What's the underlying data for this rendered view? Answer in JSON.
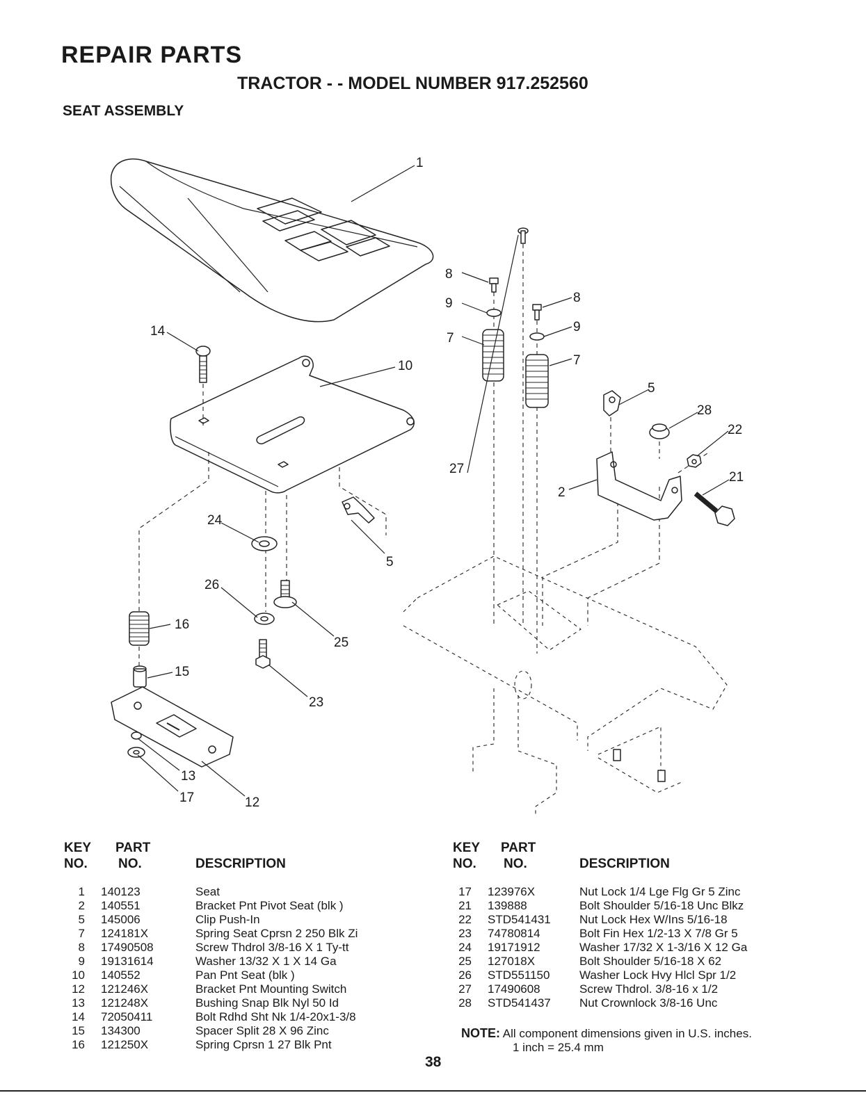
{
  "header": {
    "title": "REPAIR PARTS",
    "subtitle": "TRACTOR - - MODEL NUMBER 917.252560",
    "section": "SEAT ASSEMBLY"
  },
  "diagram": {
    "callouts": [
      "1",
      "14",
      "10",
      "24",
      "5",
      "26",
      "25",
      "16",
      "15",
      "23",
      "13",
      "17",
      "12",
      "8",
      "9",
      "8",
      "9",
      "7",
      "7",
      "5",
      "28",
      "22",
      "27",
      "2",
      "21"
    ]
  },
  "table_headers": {
    "key_no_top": "KEY",
    "key_no_bottom": "NO.",
    "part_no_top": "PART",
    "part_no_bottom": "NO.",
    "description": "DESCRIPTION"
  },
  "parts_left": [
    {
      "key": "1",
      "part": "140123",
      "desc": "Seat"
    },
    {
      "key": "2",
      "part": "140551",
      "desc": "Bracket Pnt Pivot Seat (blk )"
    },
    {
      "key": "5",
      "part": "145006",
      "desc": "Clip Push-In"
    },
    {
      "key": "7",
      "part": "124181X",
      "desc": "Spring Seat Cprsn 2 250 Blk Zi"
    },
    {
      "key": "8",
      "part": "17490508",
      "desc": "Screw Thdrol 3/8-16 X 1 Ty-tt"
    },
    {
      "key": "9",
      "part": "19131614",
      "desc": "Washer 13/32 X 1 X 14 Ga"
    },
    {
      "key": "10",
      "part": "140552",
      "desc": "Pan Pnt Seat (blk )"
    },
    {
      "key": "12",
      "part": "121246X",
      "desc": "Bracket Pnt Mounting Switch"
    },
    {
      "key": "13",
      "part": "121248X",
      "desc": "Bushing Snap Blk Nyl 50 Id"
    },
    {
      "key": "14",
      "part": "72050411",
      "desc": "Bolt Rdhd Sht Nk 1/4-20x1-3/8"
    },
    {
      "key": "15",
      "part": "134300",
      "desc": "Spacer Split 28 X 96 Zinc"
    },
    {
      "key": "16",
      "part": "121250X",
      "desc": "Spring Cprsn 1 27 Blk Pnt"
    }
  ],
  "parts_right": [
    {
      "key": "17",
      "part": "123976X",
      "desc": "Nut Lock 1/4 Lge Flg Gr 5 Zinc"
    },
    {
      "key": "21",
      "part": "139888",
      "desc": "Bolt Shoulder 5/16-18 Unc Blkz"
    },
    {
      "key": "22",
      "part": "STD541431",
      "desc": "Nut Lock Hex W/Ins 5/16-18"
    },
    {
      "key": "23",
      "part": "74780814",
      "desc": "Bolt Fin Hex 1/2-13 X 7/8 Gr 5"
    },
    {
      "key": "24",
      "part": "19171912",
      "desc": "Washer 17/32 X 1-3/16 X 12 Ga"
    },
    {
      "key": "25",
      "part": "127018X",
      "desc": "Bolt Shoulder 5/16-18 X 62"
    },
    {
      "key": "26",
      "part": "STD551150",
      "desc": "Washer Lock Hvy Hlcl Spr 1/2"
    },
    {
      "key": "27",
      "part": "17490608",
      "desc": "Screw Thdrol. 3/8-16 x 1/2"
    },
    {
      "key": "28",
      "part": "STD541437",
      "desc": "Nut Crownlock 3/8-16 Unc"
    }
  ],
  "note": {
    "label": "NOTE:",
    "line1": "All component dimensions given in U.S. inches.",
    "line2": "1 inch = 25.4 mm"
  },
  "page_number": "38"
}
